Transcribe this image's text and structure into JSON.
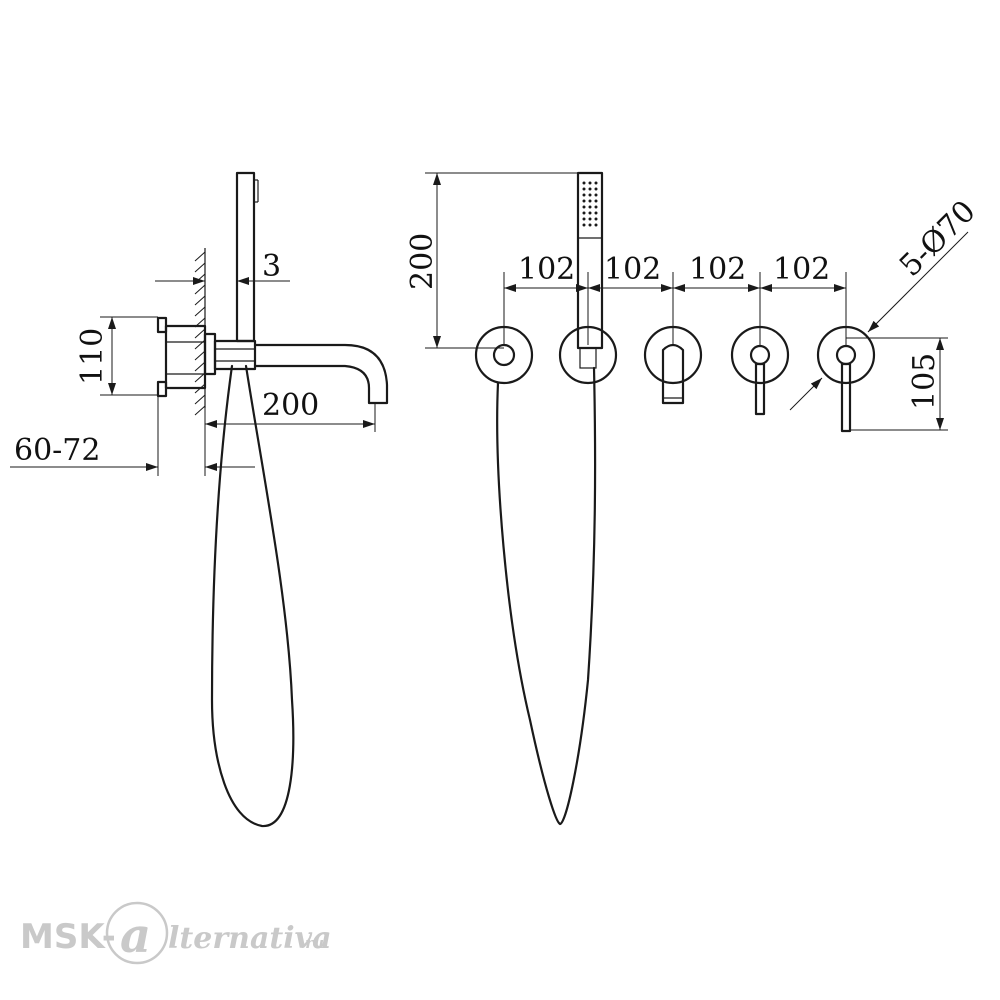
{
  "dimensions": {
    "side_wall_gap": "3",
    "side_body_height": "110",
    "side_spout_length": "200",
    "side_depth_range": "60-72",
    "front_hand_shower_height": "200",
    "spacing_1": "102",
    "spacing_2": "102",
    "spacing_3": "102",
    "spacing_4": "102",
    "rosette_count_diameter": "5-Ø70",
    "rosette_drop": "105"
  },
  "watermark": {
    "prefix": "MSK-",
    "suffix": "lternativa",
    "domain": ".ru"
  },
  "colors": {
    "line": "#1a1a1a",
    "watermark": "#c9c9c9",
    "background": "#ffffff"
  }
}
